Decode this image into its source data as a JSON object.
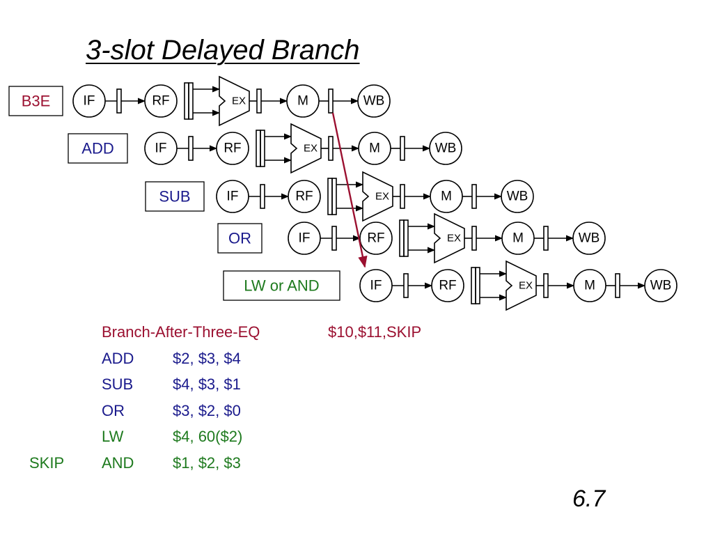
{
  "title": "3-slot Delayed Branch",
  "slide_number": "6.7",
  "colors": {
    "branch": "#9b1030",
    "delay_slot": "#1a1a8c",
    "target": "#1e7a1e",
    "arrow": "#9b1030",
    "stroke": "#000000"
  },
  "stage_labels": {
    "if": "IF",
    "rf": "RF",
    "ex": "EX",
    "m": "M",
    "wb": "WB"
  },
  "pipeline_rows": [
    {
      "label": "B3E",
      "color_role": "branch"
    },
    {
      "label": "ADD",
      "color_role": "delay_slot"
    },
    {
      "label": "SUB",
      "color_role": "delay_slot"
    },
    {
      "label": "OR",
      "color_role": "delay_slot"
    },
    {
      "label": "LW or AND",
      "color_role": "target"
    }
  ],
  "code_listing": [
    {
      "label": "",
      "mnemonic": "Branch-After-Three-EQ",
      "operands": "$10,$11,SKIP",
      "color_role": "branch"
    },
    {
      "label": "",
      "mnemonic": "ADD",
      "operands": "$2, $3, $4",
      "color_role": "delay_slot"
    },
    {
      "label": "",
      "mnemonic": "SUB",
      "operands": "$4, $3, $1",
      "color_role": "delay_slot"
    },
    {
      "label": "",
      "mnemonic": "OR",
      "operands": "$3, $2, $0",
      "color_role": "delay_slot"
    },
    {
      "label": "",
      "mnemonic": "LW",
      "operands": "$4, 60($2)",
      "color_role": "target"
    },
    {
      "label": "SKIP",
      "mnemonic": "AND",
      "operands": "$1, $2, $3",
      "color_role": "target"
    }
  ]
}
